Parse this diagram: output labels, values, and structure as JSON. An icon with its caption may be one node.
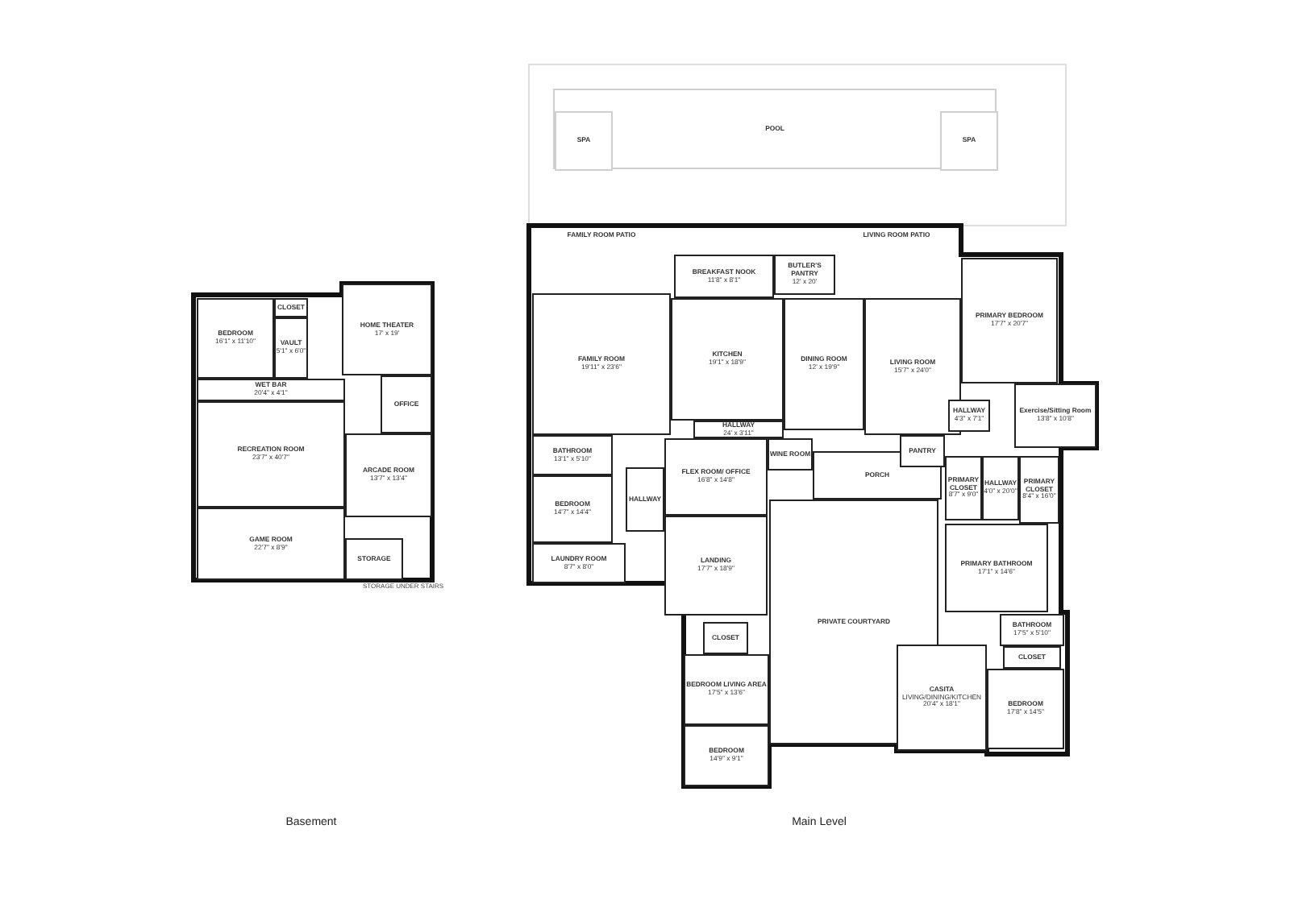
{
  "diagram": {
    "nodes": [
      {
        "text": [
          "BEDROOM",
          "16'1\" x 11'10\""
        ]
      },
      {
        "text": [
          "CLOSET"
        ]
      },
      {
        "text": [
          "VAULT",
          "5'1\" x 6'0\""
        ]
      },
      {
        "text": [
          "HOME THEATER",
          "17' x 19'"
        ]
      },
      {
        "text": [
          "WET BAR",
          "20'4\" x 4'1\""
        ]
      },
      {
        "text": [
          "RECREATION ROOM",
          "23'7\" x 40'7\""
        ]
      },
      {
        "text": [
          "GAME ROOM",
          "22'7\" x 8'9\""
        ]
      },
      {
        "text": [
          "OFFICE"
        ]
      },
      {
        "text": [
          "ARCADE ROOM",
          "13'7\" x 13'4\""
        ]
      },
      {
        "text": [
          "STORAGE"
        ]
      },
      {
        "text": [
          "POOL"
        ]
      },
      {
        "text": [
          "SPA"
        ],
        "in": 10
      },
      {
        "text": [
          "SPA"
        ],
        "in": 10
      },
      {
        "text": [
          "FAMILY ROOM PATIO"
        ]
      },
      {
        "text": [
          "BREAKFAST NOOK",
          "11'8\" x 8'1\""
        ]
      },
      {
        "text": [
          "BUTLER'S PANTRY",
          "12' x 20'"
        ]
      },
      {
        "text": [
          "LIVING ROOM PATIO"
        ]
      },
      {
        "text": [
          "FAMILY ROOM",
          "19'11\" x 23'6\""
        ]
      },
      {
        "text": [
          "KITCHEN",
          "19'1\" x 18'9\""
        ]
      },
      {
        "text": [
          "DINING ROOM",
          "12' x 19'9\""
        ]
      },
      {
        "text": [
          "LIVING ROOM",
          "15'7\" x 24'0\""
        ]
      },
      {
        "text": [
          "PRIMARY BEDROOM",
          "17'7\" x 20'7\""
        ]
      },
      {
        "text": [
          "Exercise/Sitting Room",
          "13'8\" x 10'8\""
        ]
      },
      {
        "text": [
          "HALLWAY",
          "4'3\" x 7'1\""
        ]
      },
      {
        "text": [
          "HALLWAY",
          "24' x 3'11\""
        ]
      },
      {
        "text": [
          "BATHROOM",
          "13'1\" x 5'10\""
        ]
      },
      {
        "text": [
          "BEDROOM",
          "14'7\" x 14'4\""
        ]
      },
      {
        "text": [
          "LAUNDRY ROOM",
          "8'7\" x 8'0\""
        ]
      },
      {
        "text": [
          "HALLWAY"
        ]
      },
      {
        "text": [
          "FLEX ROOM/ OFFICE",
          "16'8\" x 14'8\""
        ]
      },
      {
        "text": [
          "WINE ROOM"
        ]
      },
      {
        "text": [
          "PORCH"
        ]
      },
      {
        "text": [
          "PANTRY"
        ]
      },
      {
        "text": [
          "HALLWAY",
          "4'0\" x 20'0\""
        ]
      },
      {
        "text": [
          "PRIMARY CLOSET",
          "8'7\" x 9'0\""
        ]
      },
      {
        "text": [
          "PRIMARY CLOSET",
          "8'4\" x 16'0\""
        ]
      },
      {
        "text": [
          "LANDING",
          "17'7\" x 18'9\""
        ]
      },
      {
        "text": [
          "CLOSET"
        ]
      },
      {
        "text": [
          "PRIVATE COURTYARD"
        ]
      },
      {
        "text": [
          "PRIMARY BATHROOM",
          "17'1\" x 14'6\""
        ]
      },
      {
        "text": [
          "BEDROOM LIVING AREA",
          "17'5\" x 13'6\""
        ]
      },
      {
        "text": [
          "BATHROOM",
          "17'5\" x 5'10\""
        ]
      },
      {
        "text": [
          "CLOSET"
        ]
      },
      {
        "text": [
          "CASITA",
          "LIVING/DINING/KITCHEN",
          "20'4\" x 18'1\""
        ]
      },
      {
        "text": [
          "BEDROOM",
          "17'8\" x 14'5\""
        ]
      },
      {
        "text": [
          "BEDROOM",
          "14'9\" x 9'1\""
        ]
      }
    ],
    "labels": [
      "STORAGE UNDER STAIRS",
      "Basement",
      "Main Level"
    ]
  }
}
